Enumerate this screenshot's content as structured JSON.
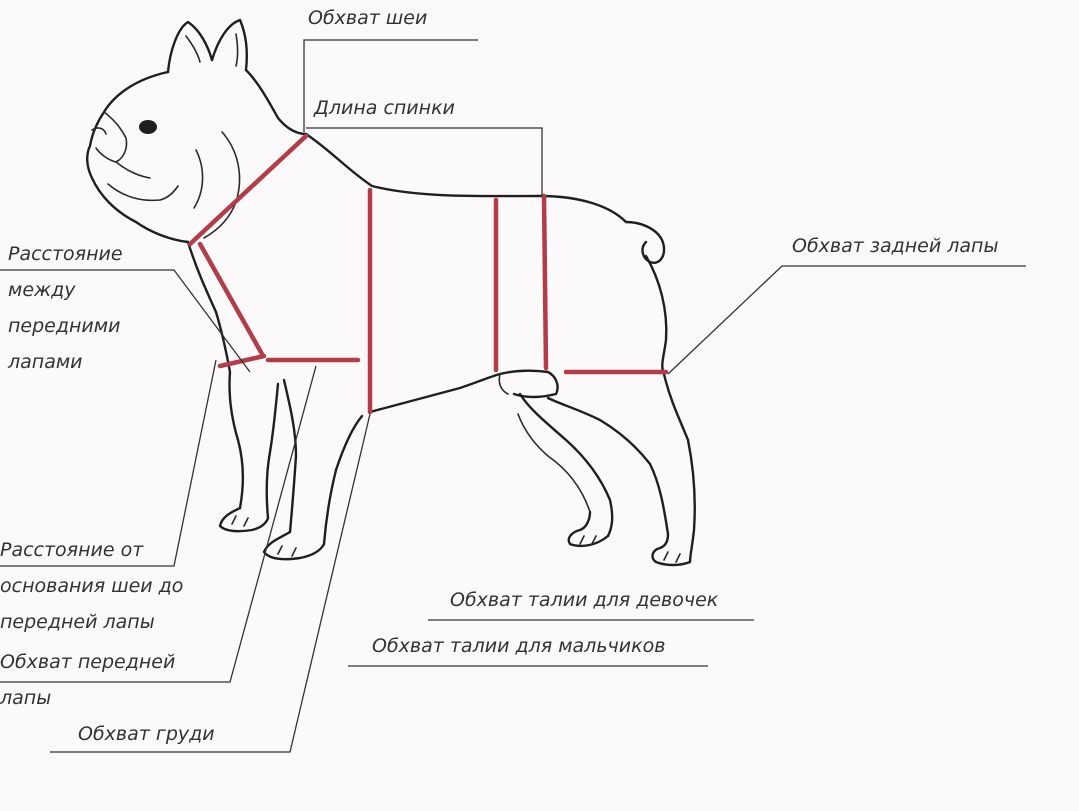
{
  "colors": {
    "background": "#fbf9fa",
    "outline": "#1f1f1f",
    "leader": "#333333",
    "measure": "#b33c48",
    "label": "#333333"
  },
  "labels": {
    "neck_girth": "Обхват шеи",
    "back_length": "Длина спинки",
    "hind_leg_girth": "Обхват задней лапы",
    "between_front_legs": [
      "Расстояние",
      "между",
      "передними",
      "лапами"
    ],
    "neck_to_front_leg": [
      "Расстояние от",
      "основания шеи до",
      "передней лапы"
    ],
    "front_leg_girth": [
      "Обхват передней",
      "лапы"
    ],
    "chest_girth": "Обхват груди",
    "waist_girls": "Обхват талии для девочек",
    "waist_boys": "Обхват талии для мальчиков"
  }
}
